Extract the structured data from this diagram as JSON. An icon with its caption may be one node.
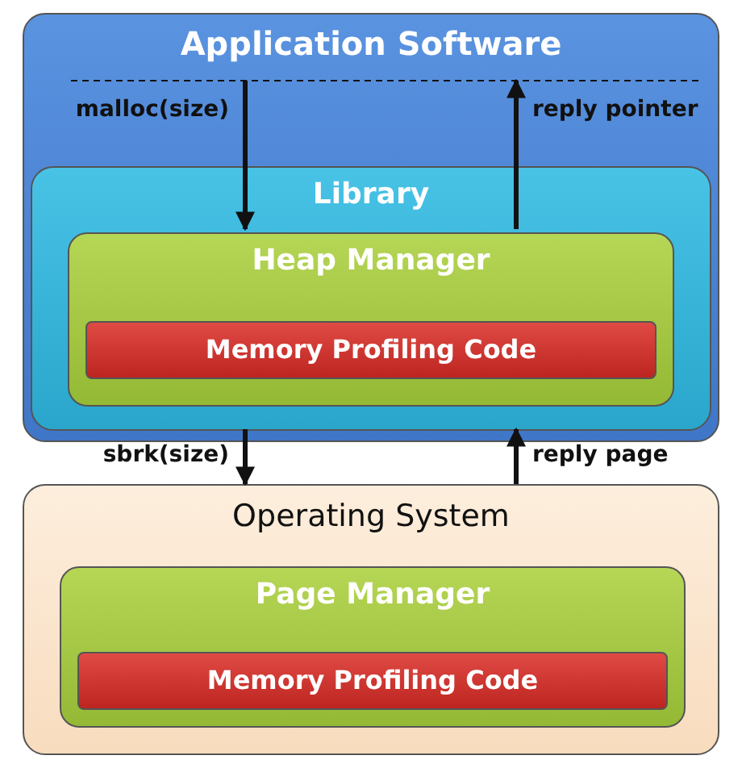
{
  "diagram": {
    "nodes": [
      {
        "text": [
          "Application Software"
        ]
      },
      {
        "text": [
          "Library"
        ],
        "in": 0
      },
      {
        "text": [
          "Heap Manager"
        ],
        "in": 1
      },
      {
        "text": [
          "Memory Profiling Code"
        ],
        "in": 2
      },
      {
        "text": [
          "Operating System"
        ]
      },
      {
        "text": [
          "Page Manager"
        ],
        "in": 4
      },
      {
        "text": [
          "Memory Profiling Code"
        ],
        "in": 5
      }
    ],
    "edges": [
      {
        "from": 0,
        "to": 2,
        "arrow": "to",
        "label": "malloc(size)"
      },
      {
        "from": 2,
        "to": 0,
        "arrow": "to",
        "label": "reply pointer"
      },
      {
        "from": 1,
        "to": 4,
        "arrow": "to",
        "label": "sbrk(size)"
      },
      {
        "from": 4,
        "to": 1,
        "arrow": "to",
        "label": "reply page"
      }
    ]
  }
}
